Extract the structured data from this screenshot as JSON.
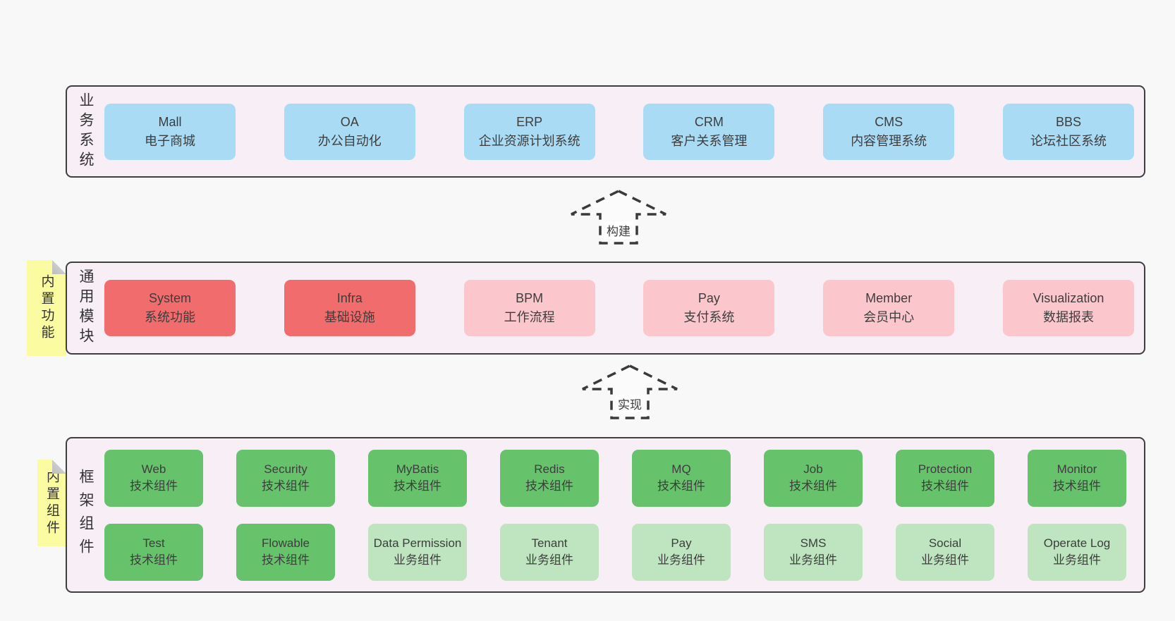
{
  "layers": [
    {
      "id": "business-systems",
      "label": "业务系统",
      "boxes": [
        {
          "name": "Mall",
          "desc": "电子商城",
          "variant": "blue"
        },
        {
          "name": "OA",
          "desc": "办公自动化",
          "variant": "blue"
        },
        {
          "name": "ERP",
          "desc": "企业资源计划系统",
          "variant": "blue"
        },
        {
          "name": "CRM",
          "desc": "客户关系管理",
          "variant": "blue"
        },
        {
          "name": "CMS",
          "desc": "内容管理系统",
          "variant": "blue"
        },
        {
          "name": "BBS",
          "desc": "论坛社区系统",
          "variant": "blue"
        }
      ]
    },
    {
      "id": "common-modules",
      "label": "通用模块",
      "note": "内置功能",
      "boxes": [
        {
          "name": "System",
          "desc": "系统功能",
          "variant": "red"
        },
        {
          "name": "Infra",
          "desc": "基础设施",
          "variant": "red"
        },
        {
          "name": "BPM",
          "desc": "工作流程",
          "variant": "pink"
        },
        {
          "name": "Pay",
          "desc": "支付系统",
          "variant": "pink"
        },
        {
          "name": "Member",
          "desc": "会员中心",
          "variant": "pink"
        },
        {
          "name": "Visualization",
          "desc": "数据报表",
          "variant": "pink"
        }
      ]
    },
    {
      "id": "framework-components",
      "label": "框架组件",
      "note": "内置组件",
      "rows": [
        [
          {
            "name": "Web",
            "desc": "技术组件",
            "variant": "green"
          },
          {
            "name": "Security",
            "desc": "技术组件",
            "variant": "green"
          },
          {
            "name": "MyBatis",
            "desc": "技术组件",
            "variant": "green"
          },
          {
            "name": "Redis",
            "desc": "技术组件",
            "variant": "green"
          },
          {
            "name": "MQ",
            "desc": "技术组件",
            "variant": "green"
          },
          {
            "name": "Job",
            "desc": "技术组件",
            "variant": "green"
          },
          {
            "name": "Protection",
            "desc": "技术组件",
            "variant": "green"
          },
          {
            "name": "Monitor",
            "desc": "技术组件",
            "variant": "green"
          }
        ],
        [
          {
            "name": "Test",
            "desc": "技术组件",
            "variant": "green"
          },
          {
            "name": "Flowable",
            "desc": "技术组件",
            "variant": "green"
          },
          {
            "name": "Data Permission",
            "desc": "业务组件",
            "variant": "lightgreen"
          },
          {
            "name": "Tenant",
            "desc": "业务组件",
            "variant": "lightgreen"
          },
          {
            "name": "Pay",
            "desc": "业务组件",
            "variant": "lightgreen"
          },
          {
            "name": "SMS",
            "desc": "业务组件",
            "variant": "lightgreen"
          },
          {
            "name": "Social",
            "desc": "业务组件",
            "variant": "lightgreen"
          },
          {
            "name": "Operate Log",
            "desc": "业务组件",
            "variant": "lightgreen"
          }
        ]
      ]
    }
  ],
  "arrows": [
    {
      "label": "构建"
    },
    {
      "label": "实现"
    }
  ],
  "colors": {
    "page_bg": "#f8f8f8",
    "panel_bg": "#f7eef6",
    "panel_border": "#3f3f3f",
    "blue_box": "#a9dbf5",
    "red_box": "#f16c6c",
    "pink_box": "#fbc7cd",
    "green_box": "#66c36b",
    "light_green_box": "#bee5bf",
    "note_bg": "#fbfba2",
    "note_fold": "#c6c6c6",
    "arrow_stroke": "#3a3a3a",
    "text": "#3d3d3d"
  }
}
